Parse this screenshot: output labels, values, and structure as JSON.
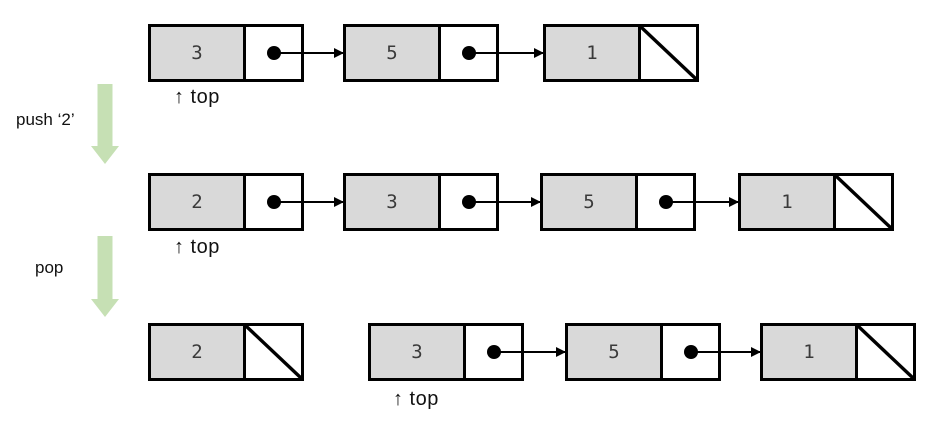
{
  "diagram": {
    "title_semantic": "linked-list stack push/pop illustration",
    "rows": [
      {
        "top_label": "↑ top",
        "nodes": [
          {
            "value": "3",
            "pointer": "link"
          },
          {
            "value": "5",
            "pointer": "link"
          },
          {
            "value": "1",
            "pointer": "null"
          }
        ]
      },
      {
        "top_label": "↑ top",
        "nodes": [
          {
            "value": "2",
            "pointer": "link"
          },
          {
            "value": "3",
            "pointer": "link"
          },
          {
            "value": "5",
            "pointer": "link"
          },
          {
            "value": "1",
            "pointer": "null"
          }
        ]
      },
      {
        "top_label": "↑ top",
        "nodes": [
          {
            "value": "2",
            "pointer": "null"
          },
          {
            "value": "3",
            "pointer": "link"
          },
          {
            "value": "5",
            "pointer": "link"
          },
          {
            "value": "1",
            "pointer": "null"
          }
        ]
      }
    ],
    "operations": [
      {
        "label": "push ‘2’"
      },
      {
        "label": "pop"
      }
    ],
    "colors": {
      "node_fill": "#d9d9d9",
      "node_border": "#000000",
      "arrow_green": "#c6e0b4",
      "value_text": "#3a3a3a",
      "label_text": "#111111"
    }
  }
}
